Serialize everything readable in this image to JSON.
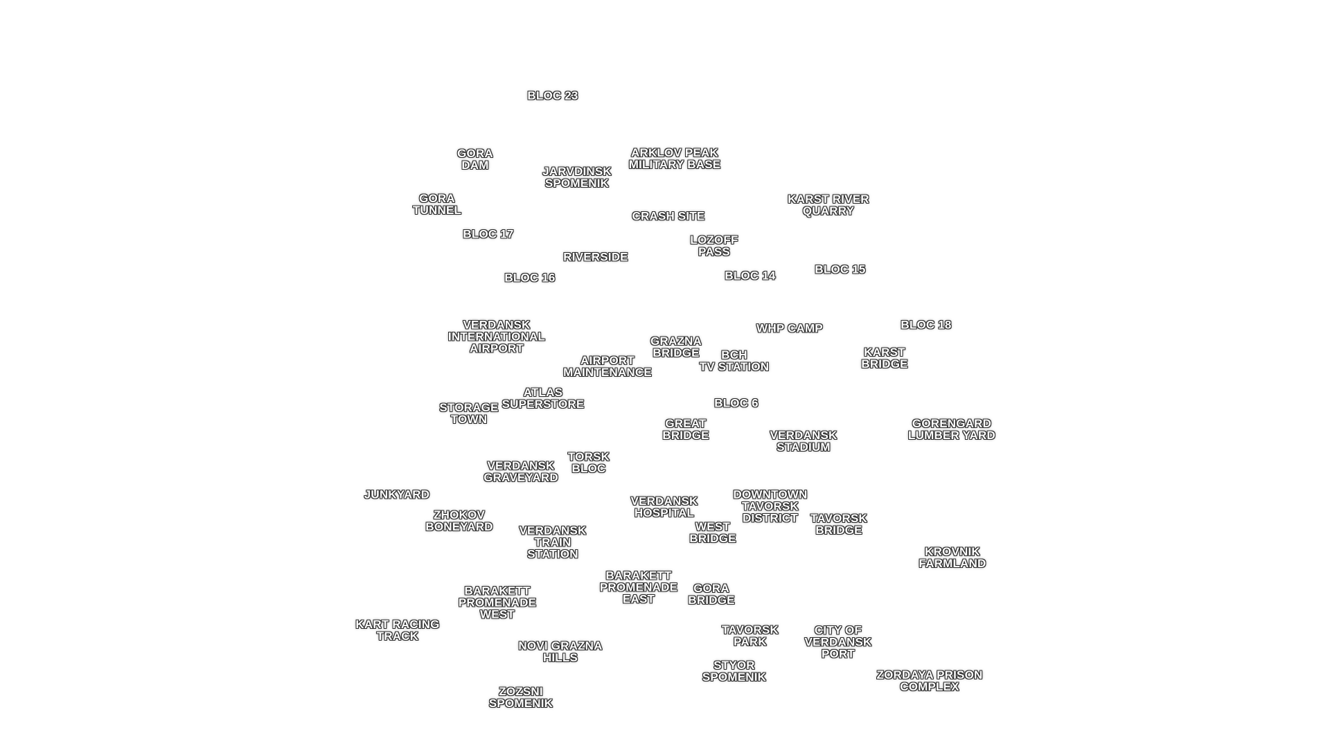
{
  "map": {
    "locations": [
      {
        "label": "BLOC 23"
      },
      {
        "label": "GORA\nDAM"
      },
      {
        "label": "ARKLOV PEAK\nMILITARY BASE"
      },
      {
        "label": "JARVDINSK\nSPOMENIK"
      },
      {
        "label": "GORA\nTUNNEL"
      },
      {
        "label": "KARST RIVER\nQUARRY"
      },
      {
        "label": "CRASH SITE"
      },
      {
        "label": "BLOC 17"
      },
      {
        "label": "LOZOFF\nPASS"
      },
      {
        "label": "RIVERSIDE"
      },
      {
        "label": "BLOC 15"
      },
      {
        "label": "BLOC 16"
      },
      {
        "label": "BLOC 14"
      },
      {
        "label": "VERDANSK\nINTERNATIONAL\nAIRPORT"
      },
      {
        "label": "BLOC 18"
      },
      {
        "label": "WHP CAMP"
      },
      {
        "label": "GRAZNA\nBRIDGE"
      },
      {
        "label": "KARST\nBRIDGE"
      },
      {
        "label": "BCH\nTV STATION"
      },
      {
        "label": "AIRPORT\nMAINTENANCE"
      },
      {
        "label": "ATLAS\nSUPERSTORE"
      },
      {
        "label": "BLOC 6"
      },
      {
        "label": "STORAGE\nTOWN"
      },
      {
        "label": "GREAT\nBRIDGE"
      },
      {
        "label": "GORENGARD\nLUMBER YARD"
      },
      {
        "label": "VERDANSK\nSTADIUM"
      },
      {
        "label": "TORSK\nBLOC"
      },
      {
        "label": "VERDANSK\nGRAVEYARD"
      },
      {
        "label": "JUNKYARD"
      },
      {
        "label": "DOWNTOWN\nTAVORSK\nDISTRICT"
      },
      {
        "label": "VERDANSK\nHOSPITAL"
      },
      {
        "label": "ZHOKOV\nBONEYARD"
      },
      {
        "label": "TAVORSK\nBRIDGE"
      },
      {
        "label": "VERDANSK\nTRAIN\nSTATION"
      },
      {
        "label": "WEST\nBRIDGE"
      },
      {
        "label": "KROVNIK\nFARMLAND"
      },
      {
        "label": "BARAKETT\nPROMENADE\nEAST"
      },
      {
        "label": "BARAKETT\nPROMENADE\nWEST"
      },
      {
        "label": "GORA\nBRIDGE"
      },
      {
        "label": "KART RACING\nTRACK"
      },
      {
        "label": "TAVORSK\nPARK"
      },
      {
        "label": "CITY OF\nVERDANSK\nPORT"
      },
      {
        "label": "NOVI GRAZNA\nHILLS"
      },
      {
        "label": "STYOR\nSPOMENIK"
      },
      {
        "label": "ZORDAYA PRISON\nCOMPLEX"
      },
      {
        "label": "ZOZSNI\nSPOMENIK"
      }
    ]
  }
}
